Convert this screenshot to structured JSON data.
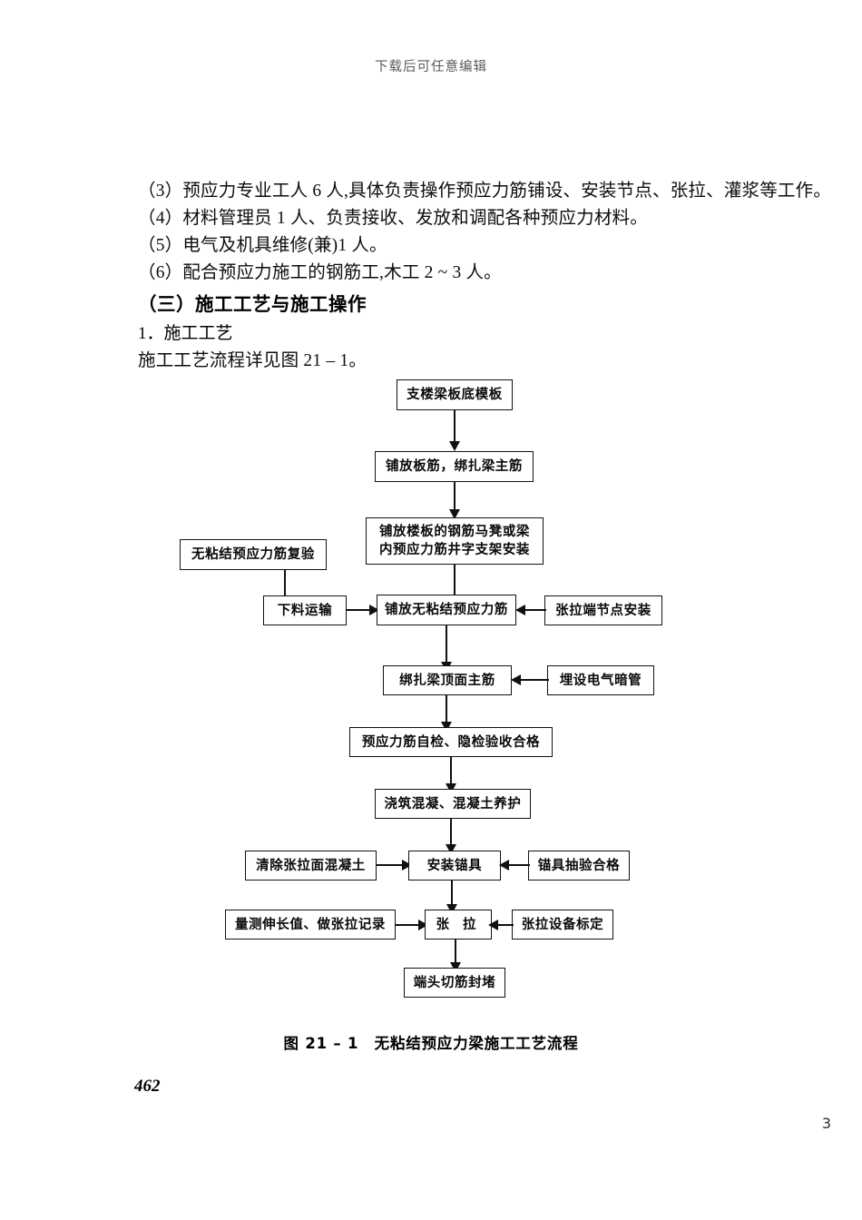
{
  "header": {
    "watermark_text": "下载后可任意编辑"
  },
  "body": {
    "paragraphs": [
      "（3）预应力专业工人 6 人,具体负责操作预应力筋铺设、安装节点、张拉、灌浆等工作。",
      "（4）材料管理员 1 人、负责接收、发放和调配各种预应力材料。",
      "（5）电气及机具维修(兼)1 人。",
      "（6）配合预应力施工的钢筋工,木工 2 ~ 3 人。"
    ],
    "section_heading": "（三）施工工艺与施工操作",
    "sub_heading": "1．施工工艺",
    "lead_in": "施工工艺流程详见图 21 – 1。"
  },
  "flowchart": {
    "nodes": {
      "formwork": "支楼梁板底模板",
      "slab_rebar": "铺放板筋，绑扎梁主筋",
      "chair_support": "铺放楼板的钢筋马凳或梁\n内预应力筋井字支架安装",
      "tendon_recheck": "无粘结预应力筋复验",
      "cutting_transport": "下料运输",
      "lay_tendon": "铺放无粘结预应力筋",
      "anchor_node_install": "张拉端节点安装",
      "beam_top_rebar": "绑扎梁顶面主筋",
      "electric_conduit": "埋设电气暗管",
      "self_inspection": "预应力筋自检、隐检验收合格",
      "concrete_pour": "浇筑混凝、混凝土养护",
      "clean_surface": "清除张拉面混凝土",
      "install_anchor": "安装锚具",
      "anchor_sampling": "锚具抽验合格",
      "measure_record": "量测伸长值、做张拉记录",
      "tensioning": "张 拉",
      "equipment_calibration": "张拉设备标定",
      "cut_seal": "端头切筋封堵"
    }
  },
  "caption": {
    "figure_label": "图 21 – 1",
    "figure_title": "无粘结预应力梁施工工艺流程",
    "full": "图 21 – 1　无粘结预应力梁施工工艺流程"
  },
  "footer": {
    "book_page": "462",
    "doc_page": "3"
  },
  "colors": {
    "ink": "#111111",
    "page": "#ffffff",
    "watermark": "#5a5a5a"
  }
}
